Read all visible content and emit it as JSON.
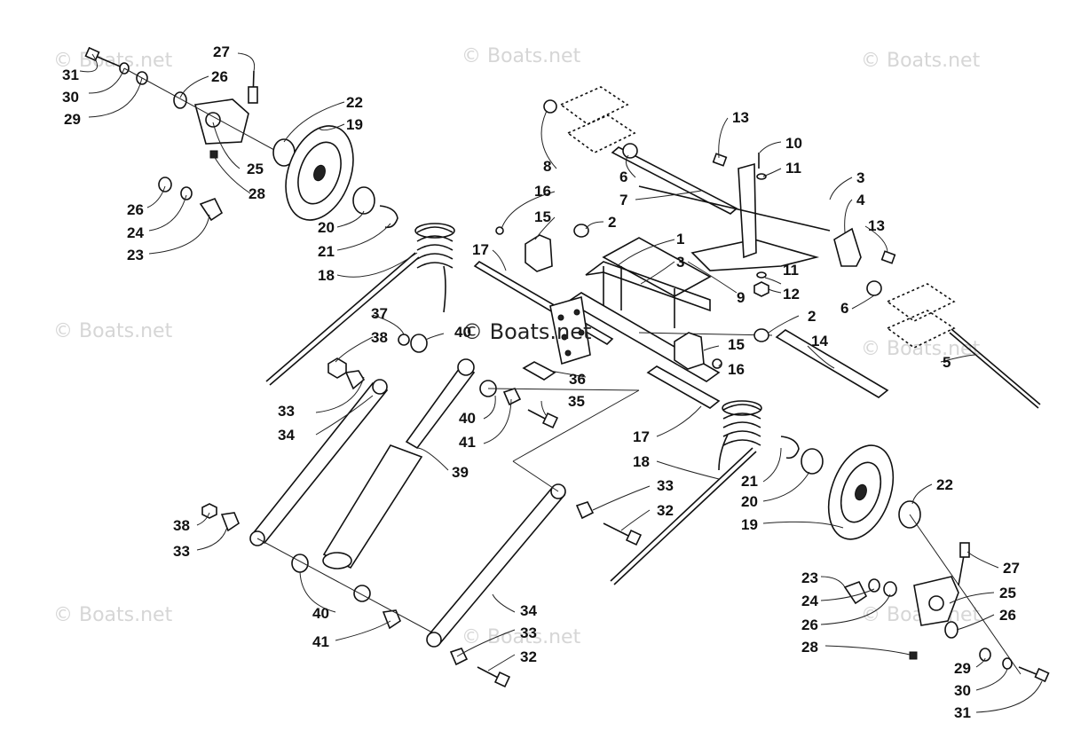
{
  "watermark": {
    "main": "© Boats.net",
    "faint": "© Boats.net"
  },
  "callouts": {
    "c1": "1",
    "c2a": "2",
    "c2b": "2",
    "c3a": "3",
    "c3b": "3",
    "c4": "4",
    "c5": "5",
    "c6a": "6",
    "c6b": "6",
    "c7": "7",
    "c8": "8",
    "c9": "9",
    "c10": "10",
    "c11a": "11",
    "c11b": "11",
    "c12": "12",
    "c13a": "13",
    "c13b": "13",
    "c14": "14",
    "c15a": "15",
    "c15b": "15",
    "c16a": "16",
    "c16b": "16",
    "c17a": "17",
    "c17b": "17",
    "c18a": "18",
    "c18b": "18",
    "c19a": "19",
    "c19b": "19",
    "c20a": "20",
    "c20b": "20",
    "c21a": "21",
    "c21b": "21",
    "c22a": "22",
    "c22b": "22",
    "c23a": "23",
    "c23b": "23",
    "c24a": "24",
    "c24b": "24",
    "c25a": "25",
    "c25b": "25",
    "c26a": "26",
    "c26b": "26",
    "c26c": "26",
    "c26d": "26",
    "c27a": "27",
    "c27b": "27",
    "c28a": "28",
    "c28b": "28",
    "c29a": "29",
    "c29b": "29",
    "c30a": "30",
    "c30b": "30",
    "c31a": "31",
    "c31b": "31",
    "c32a": "32",
    "c32b": "32",
    "c33a": "33",
    "c33b": "33",
    "c33c": "33",
    "c33d": "33",
    "c34a": "34",
    "c34b": "34",
    "c35": "35",
    "c36": "36",
    "c37": "37",
    "c38a": "38",
    "c38b": "38",
    "c39": "39",
    "c40a": "40",
    "c40b": "40",
    "c40c": "40",
    "c41a": "41",
    "c41b": "41"
  }
}
